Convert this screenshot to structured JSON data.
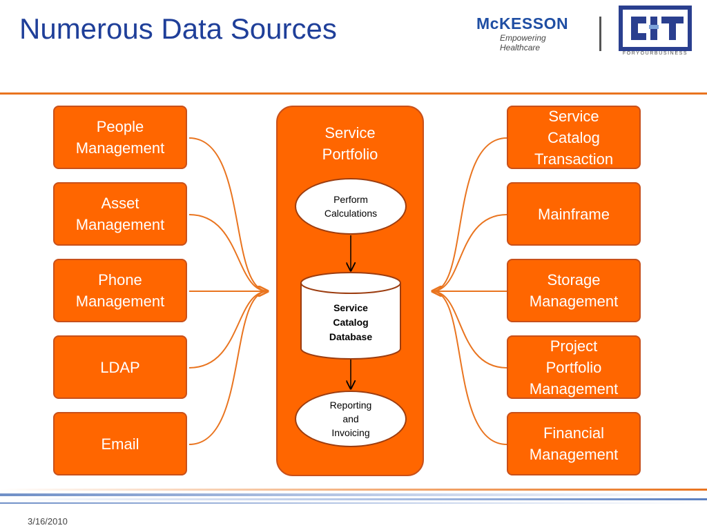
{
  "slide": {
    "title": "Numerous Data Sources",
    "date": "3/16/2010"
  },
  "logos": {
    "mckesson_name": "McKESSON",
    "mckesson_tagline": "Empowering Healthcare",
    "cit_name": "CIT",
    "cit_tagline": "FORYOURBUSINESS"
  },
  "left_sources": [
    "People\nManagement",
    "Asset\nManagement",
    "Phone\nManagement",
    "LDAP",
    "Email"
  ],
  "right_sources": [
    "Service\nCatalog\nTransaction",
    "Mainframe",
    "Storage\nManagement",
    "Project\nPortfolio\nManagement",
    "Financial\nManagement"
  ],
  "portfolio": {
    "title": "Service\nPortfolio",
    "perform": "Perform\nCalculations",
    "database": "Service\nCatalog\nDatabase",
    "reporting": "Reporting\nand\nInvoicing"
  },
  "colors": {
    "title_blue": "#1f3f99",
    "box_orange": "#ff6600",
    "box_border": "#c8501a",
    "connector": "#e9741f"
  }
}
